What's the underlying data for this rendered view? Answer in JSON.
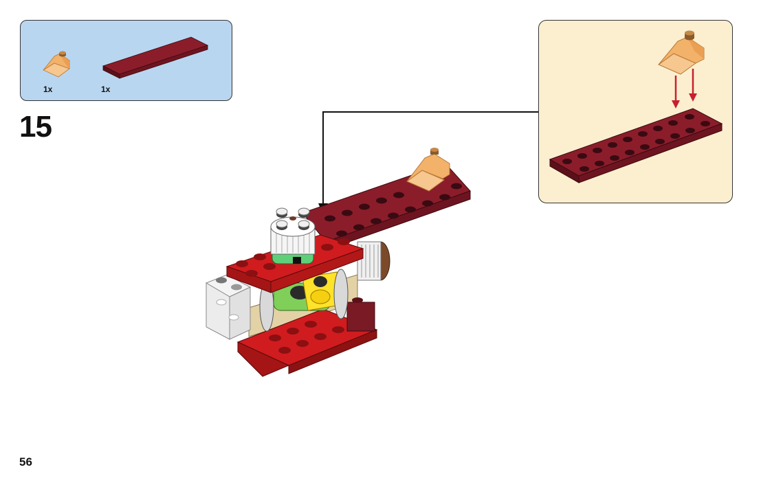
{
  "parts_list": {
    "items": [
      {
        "name": "trans-orange-slope-brick",
        "quantity": "1x"
      },
      {
        "name": "dark-red-plate-2x8",
        "quantity": "1x"
      }
    ]
  },
  "step": {
    "number": "15"
  },
  "page": {
    "number": "56"
  },
  "colors": {
    "parts_box_bg": "#b9d6f0",
    "callout_bg": "#fcefcf",
    "dark_red": "#7a1a24",
    "bright_red": "#d01c1f",
    "trans_orange": "#f3b36b",
    "arrow_red": "#c8202e"
  }
}
